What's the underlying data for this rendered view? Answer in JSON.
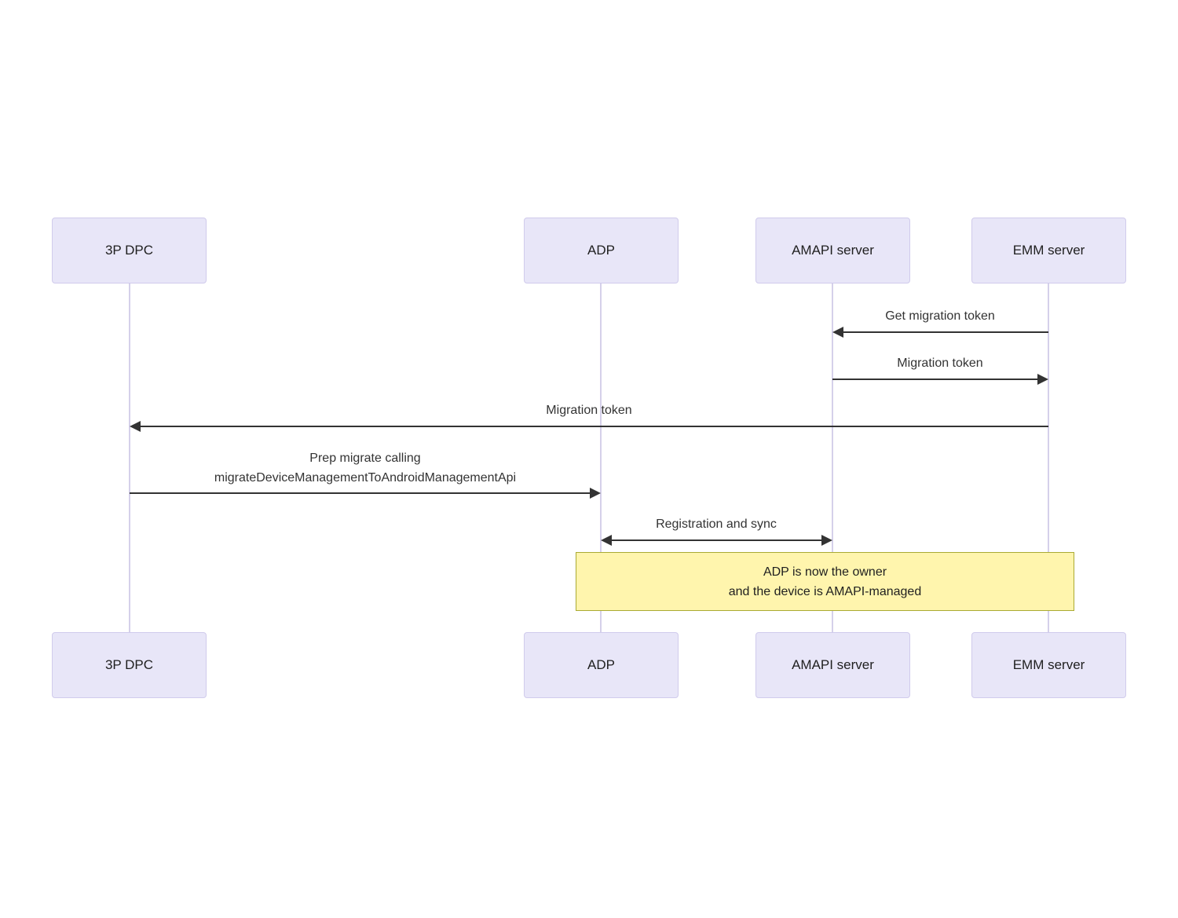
{
  "diagram_type": "sequence-diagram",
  "actors": [
    {
      "id": "3p-dpc",
      "label": "3P DPC"
    },
    {
      "id": "adp",
      "label": "ADP"
    },
    {
      "id": "amapi-server",
      "label": "AMAPI server"
    },
    {
      "id": "emm-server",
      "label": "EMM server"
    }
  ],
  "messages": [
    {
      "from": "EMM server",
      "to": "AMAPI server",
      "direction": "left",
      "lines": [
        "Get migration token"
      ]
    },
    {
      "from": "AMAPI server",
      "to": "EMM server",
      "direction": "right",
      "lines": [
        "Migration token"
      ]
    },
    {
      "from": "EMM server",
      "to": "3P DPC",
      "direction": "left",
      "lines": [
        "Migration token"
      ]
    },
    {
      "from": "3P DPC",
      "to": "ADP",
      "direction": "right",
      "lines": [
        "Prep migrate calling",
        "migrateDeviceManagementToAndroidManagementApi"
      ]
    },
    {
      "from": "ADP",
      "to": "AMAPI server",
      "direction": "both",
      "lines": [
        "Registration and sync"
      ]
    }
  ],
  "note": {
    "lines": [
      "ADP is now the owner",
      "and the device is AMAPI-managed"
    ]
  },
  "colors": {
    "background": "#ffffff",
    "actor_fill": "#e8e6f8",
    "actor_border": "#d0cbec",
    "lifeline": "#d5d0ea",
    "arrow": "#333333",
    "message_text": "#333333",
    "note_fill": "#fff5ad",
    "note_border": "#aaaa33"
  }
}
